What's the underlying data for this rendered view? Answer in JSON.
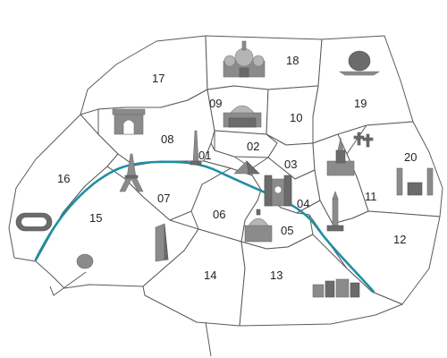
{
  "map": {
    "arrondissements": [
      {
        "id": "01",
        "label": "01"
      },
      {
        "id": "02",
        "label": "02"
      },
      {
        "id": "03",
        "label": "03"
      },
      {
        "id": "04",
        "label": "04"
      },
      {
        "id": "05",
        "label": "05"
      },
      {
        "id": "06",
        "label": "06"
      },
      {
        "id": "07",
        "label": "07"
      },
      {
        "id": "08",
        "label": "08"
      },
      {
        "id": "09",
        "label": "09"
      },
      {
        "id": "10",
        "label": "10"
      },
      {
        "id": "11",
        "label": "11"
      },
      {
        "id": "12",
        "label": "12"
      },
      {
        "id": "13",
        "label": "13"
      },
      {
        "id": "14",
        "label": "14"
      },
      {
        "id": "15",
        "label": "15"
      },
      {
        "id": "16",
        "label": "16"
      },
      {
        "id": "17",
        "label": "17"
      },
      {
        "id": "18",
        "label": "18"
      },
      {
        "id": "19",
        "label": "19"
      },
      {
        "id": "20",
        "label": "20"
      }
    ],
    "colors": {
      "river": "#1f8ea3",
      "border": "#5a5a5a",
      "landmark": "#8b8b8b",
      "background": "#ffffff"
    },
    "landmarks": [
      "sacre-coeur-icon",
      "arc-de-triomphe-icon",
      "eiffel-tower-icon",
      "obelisk-icon",
      "opera-icon",
      "louvre-pyramid-icon",
      "notre-dame-icon",
      "pantheon-icon",
      "montparnasse-tower-icon",
      "place-de-la-republique-icon",
      "bastille-column-icon",
      "pere-lachaise-icon",
      "stadium-icon",
      "bois-lake-icon",
      "la-villette-geode-icon",
      "bibliotheque-towers-icon"
    ]
  }
}
